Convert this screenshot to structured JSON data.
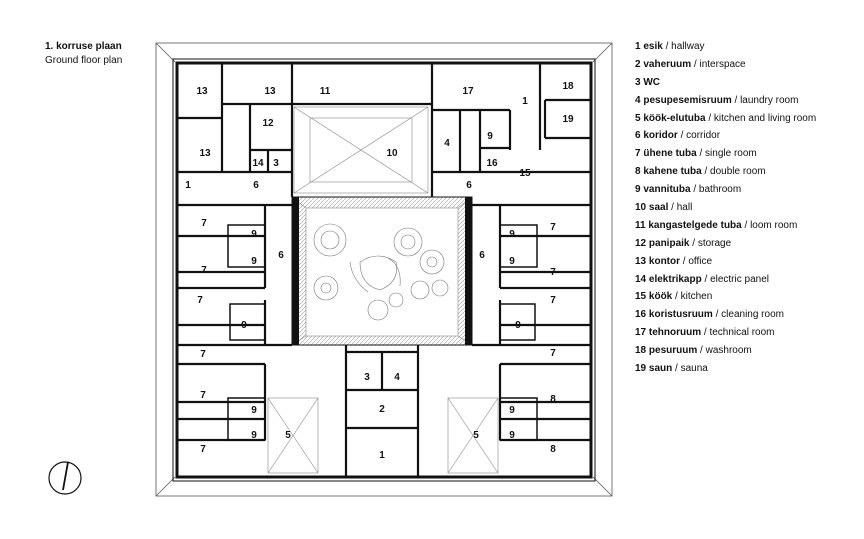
{
  "title": {
    "primary": "1. korruse plaan",
    "secondary": "Ground floor plan"
  },
  "legend": [
    {
      "num": "1",
      "et": "esik",
      "en": "hallway"
    },
    {
      "num": "2",
      "et": "vaheruum",
      "en": "interspace"
    },
    {
      "num": "3",
      "et": "WC",
      "en": ""
    },
    {
      "num": "4",
      "et": "pesupesemisruum",
      "en": "laundry room"
    },
    {
      "num": "5",
      "et": "köök-elutuba",
      "en": "kitchen and living room"
    },
    {
      "num": "6",
      "et": "koridor",
      "en": "corridor"
    },
    {
      "num": "7",
      "et": "ühene tuba",
      "en": "single room"
    },
    {
      "num": "8",
      "et": "kahene tuba",
      "en": "double room"
    },
    {
      "num": "9",
      "et": "vannituba",
      "en": "bathroom"
    },
    {
      "num": "10",
      "et": "saal",
      "en": "hall"
    },
    {
      "num": "11",
      "et": "kangastelgede tuba",
      "en": "loom room"
    },
    {
      "num": "12",
      "et": "panipaik",
      "en": "storage"
    },
    {
      "num": "13",
      "et": "kontor",
      "en": "office"
    },
    {
      "num": "14",
      "et": "elektrikapp",
      "en": "electric panel"
    },
    {
      "num": "15",
      "et": "köök",
      "en": "kitchen"
    },
    {
      "num": "16",
      "et": "koristusruum",
      "en": "cleaning room"
    },
    {
      "num": "17",
      "et": "tehnoruum",
      "en": "technical room"
    },
    {
      "num": "18",
      "et": "pesuruum",
      "en": "washroom"
    },
    {
      "num": "19",
      "et": "saun",
      "en": "sauna"
    }
  ],
  "room_labels": {
    "r13a": "13",
    "r13b": "13",
    "r13c": "13",
    "r11": "11",
    "r17": "17",
    "r1a": "1",
    "r18": "18",
    "r12": "12",
    "r19": "19",
    "r10": "10",
    "r4": "4",
    "r9a": "9",
    "r16": "16",
    "r14": "14",
    "r3a": "3",
    "r1b": "1",
    "r6a": "6",
    "r6b": "6",
    "r15": "15",
    "l7a": "7",
    "l9a": "9",
    "l9b": "9",
    "l7b": "7",
    "l6": "6",
    "l7c": "7",
    "l9c": "9",
    "l7d": "7",
    "l7e": "7",
    "l9d": "9",
    "l9e": "9",
    "l7f": "7",
    "l5": "5",
    "rr7a": "7",
    "rr9a": "9",
    "rr9b": "9",
    "rr7b": "7",
    "rr6": "6",
    "rr7c": "7",
    "rr9c": "9",
    "rr7d": "7",
    "rr8a": "8",
    "rr9d": "9",
    "rr9e": "9",
    "rr8b": "8",
    "rr5": "5",
    "c3": "3",
    "c4": "4",
    "c2": "2",
    "c1": "1"
  }
}
